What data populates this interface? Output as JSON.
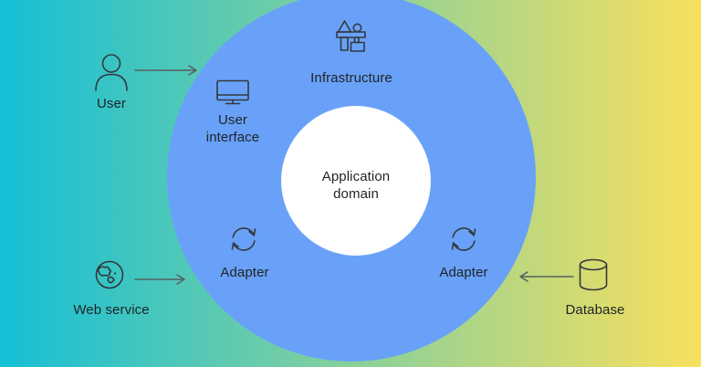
{
  "colors": {
    "gradient_left": "#14bfd7",
    "gradient_mid": "#87d09b",
    "gradient_right": "#f9e05e",
    "ring": "#69a1f8",
    "core": "#ffffff",
    "text": "#1f2326",
    "icon_stroke": "#34393e",
    "arrow": "#54605f"
  },
  "diagram": {
    "core_label": "Application domain",
    "nodes": {
      "user": {
        "label": "User",
        "icon": "person-icon"
      },
      "user_interface": {
        "label": "User interface",
        "icon": "monitor-icon"
      },
      "infrastructure": {
        "label": "Infrastructure",
        "icon": "building-blocks-icon"
      },
      "adapter_left": {
        "label": "Adapter",
        "icon": "refresh-cycle-icon"
      },
      "adapter_right": {
        "label": "Adapter",
        "icon": "refresh-cycle-icon"
      },
      "web_service": {
        "label": "Web service",
        "icon": "globe-icon"
      },
      "database": {
        "label": "Database",
        "icon": "database-cylinder-icon"
      }
    },
    "arrows": [
      {
        "name": "user-to-ring",
        "direction": "right"
      },
      {
        "name": "web-service-to-adapter",
        "direction": "right"
      },
      {
        "name": "database-to-adapter",
        "direction": "left"
      }
    ]
  }
}
